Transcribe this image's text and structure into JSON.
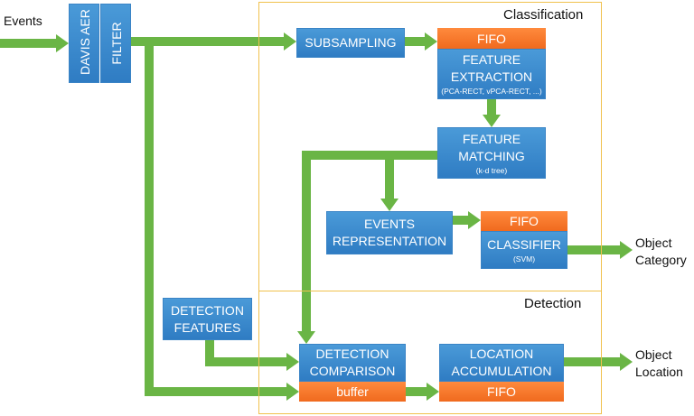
{
  "inputs": {
    "events": "Events"
  },
  "frames": {
    "classification": "Classification",
    "detection": "Detection"
  },
  "davis": {
    "label": "DAVIS AER"
  },
  "filter": {
    "label": "FILTER"
  },
  "subsampling": {
    "label": "SUBSAMPLING"
  },
  "feature_extraction": {
    "fifo": "FIFO",
    "line1": "FEATURE",
    "line2": "EXTRACTION",
    "sub": "(PCA-RECT, vPCA-RECT, ...)"
  },
  "feature_matching": {
    "line1": "FEATURE",
    "line2": "MATCHING",
    "sub": "(k-d tree)"
  },
  "events_representation": {
    "line1": "EVENTS",
    "line2": "REPRESENTATION"
  },
  "classifier": {
    "fifo": "FIFO",
    "line1": "CLASSIFIER",
    "sub": "(SVM)"
  },
  "detection_features": {
    "line1": "DETECTION",
    "line2": "FEATURES"
  },
  "detection_comparison": {
    "line1": "DETECTION",
    "line2": "COMPARISON",
    "buffer": "buffer"
  },
  "location_accumulation": {
    "line1": "LOCATION",
    "line2": "ACCUMULATION",
    "fifo": "FIFO"
  },
  "outputs": {
    "object_category": {
      "line1": "Object",
      "line2": "Category"
    },
    "object_location": {
      "line1": "Object",
      "line2": "Location"
    }
  },
  "colors": {
    "arrow": "#6ab545",
    "box": "#3a8ad0",
    "fifo": "#f37524",
    "frame": "#f0c14d"
  }
}
